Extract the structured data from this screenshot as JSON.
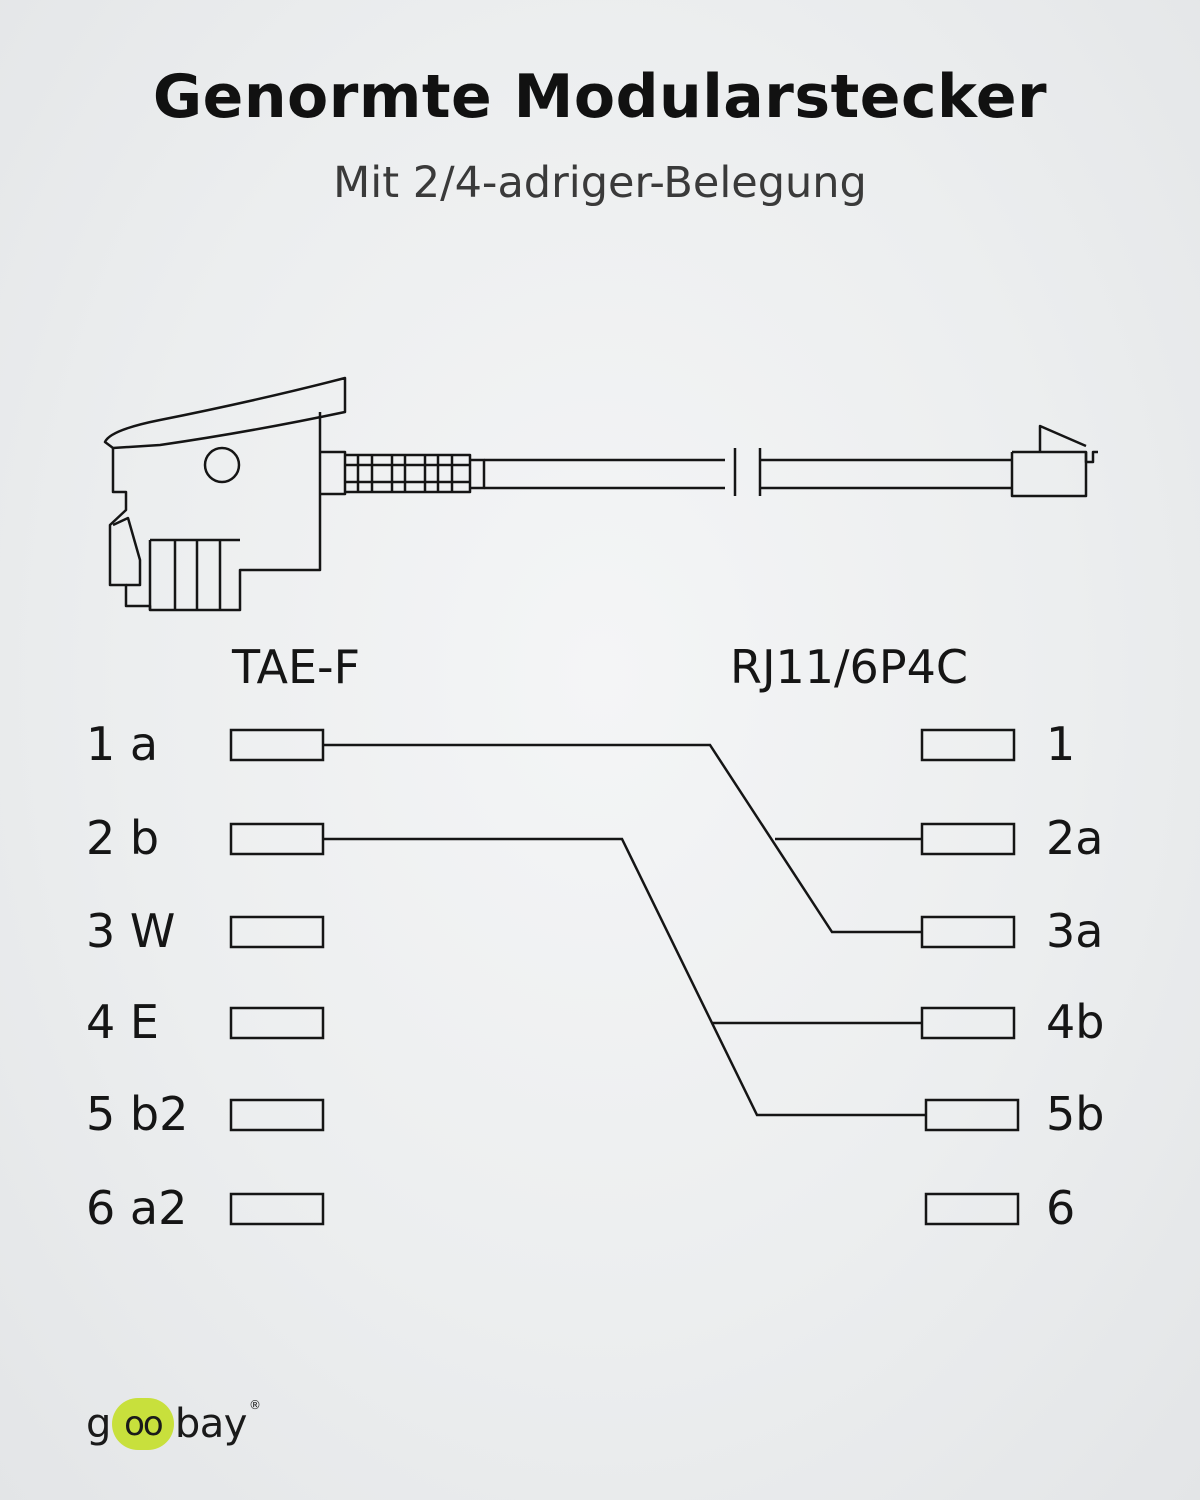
{
  "title": "Genormte Modularstecker",
  "subtitle": "Mit 2/4-adriger-Belegung",
  "connectors": {
    "left_name": "TAE-F",
    "right_name": "RJ11/6P4C"
  },
  "left_pins": [
    "1 a",
    "2 b",
    "3 W",
    "4 E",
    "5 b2",
    "6 a2"
  ],
  "right_pins": [
    "1",
    "2a",
    "3a",
    "4b",
    "5b",
    "6"
  ],
  "wiring": [
    {
      "from": "1 a",
      "to": [
        "2a",
        "3a"
      ]
    },
    {
      "from": "2 b",
      "to": [
        "4b",
        "5b"
      ]
    }
  ],
  "logo": {
    "pre": "g",
    "bubble": "oo",
    "post": "bay",
    "reg": "®",
    "bubble_color": "#c8e03c"
  },
  "colors": {
    "line": "#151515"
  }
}
